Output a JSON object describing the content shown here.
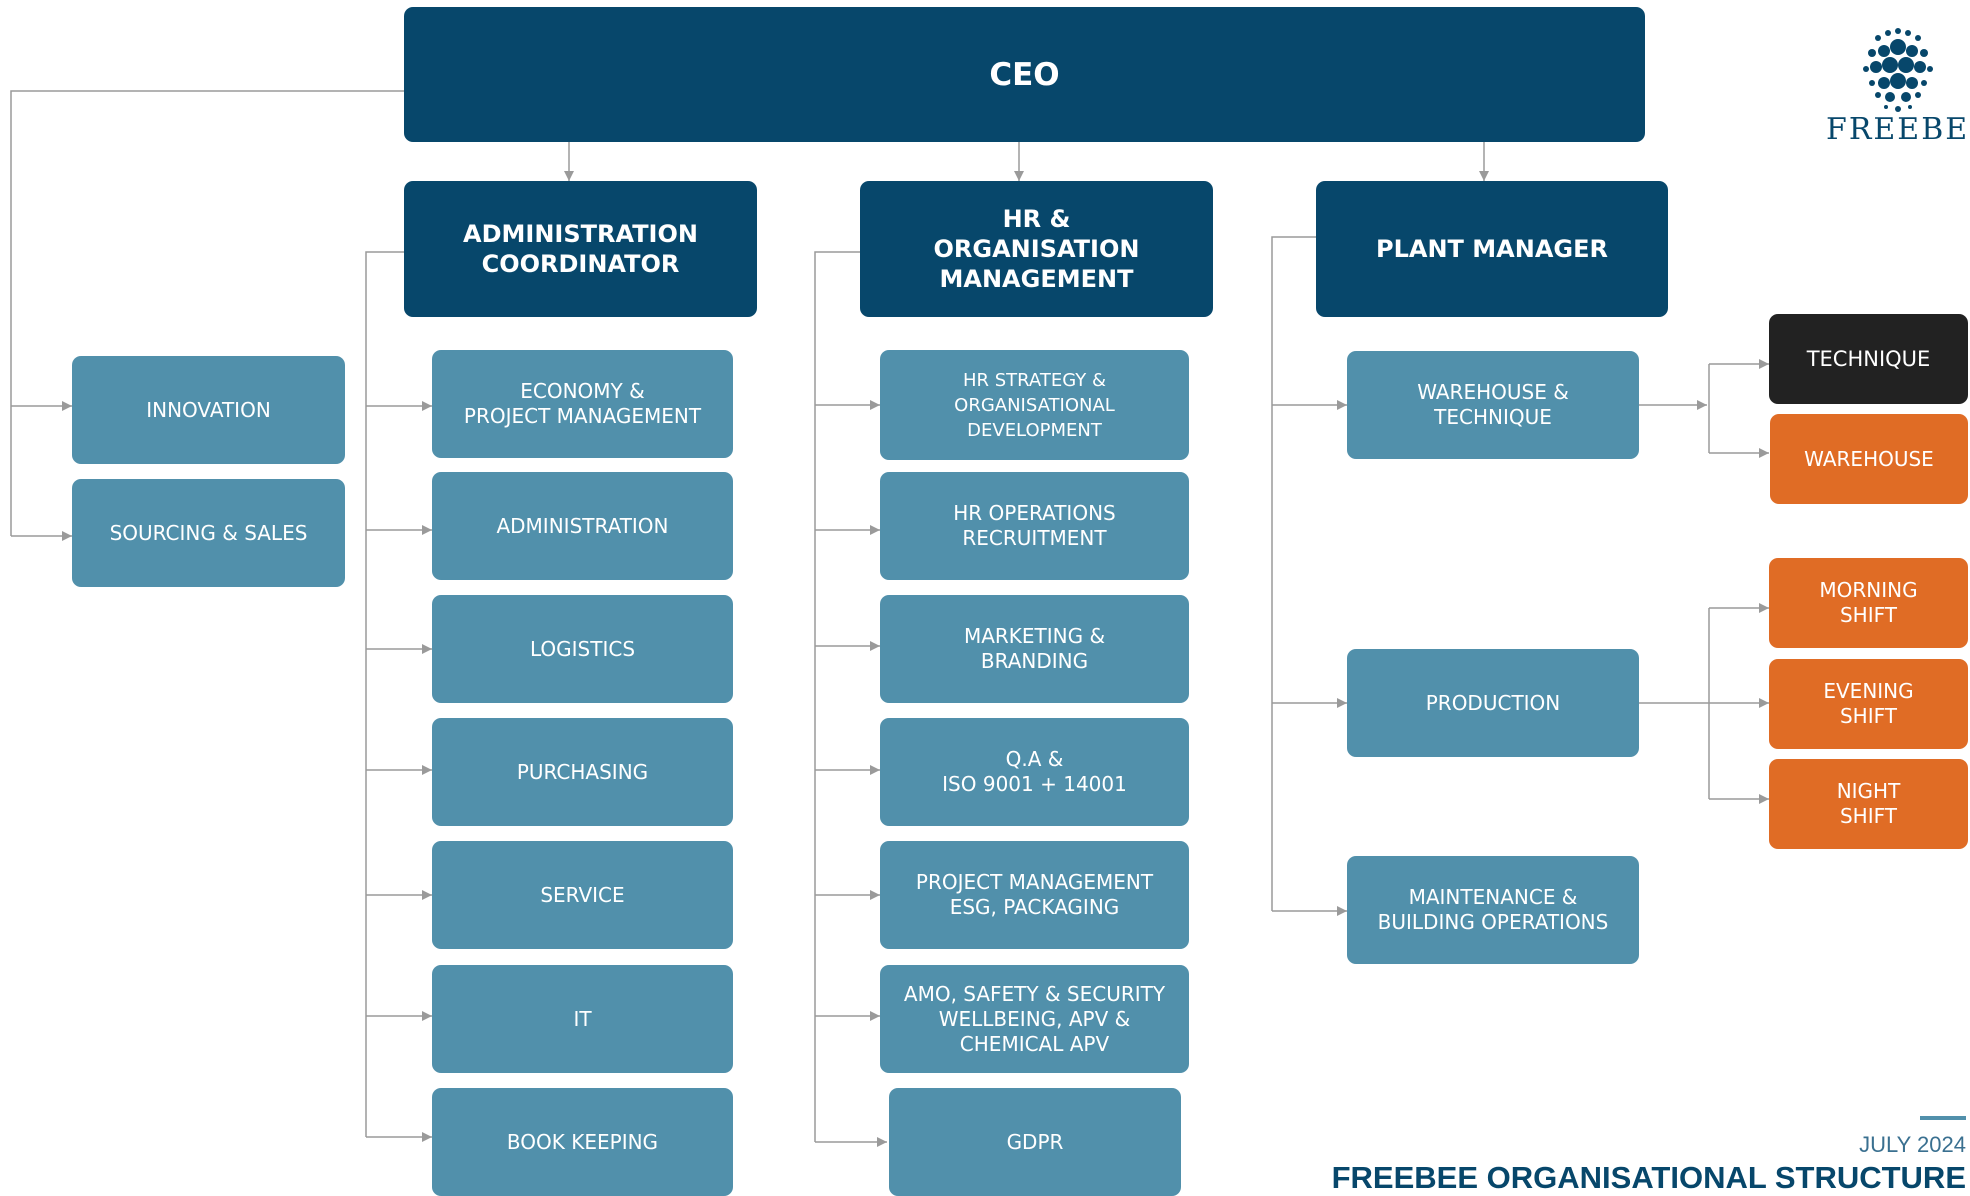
{
  "colors": {
    "primary_dark": "#07476b",
    "unit_blue": "#5190ab",
    "shift_orange": "#e06c25",
    "technique_black": "#222222",
    "connector_gray": "#9a9a9a"
  },
  "ceo": {
    "label": "CEO"
  },
  "left_units": {
    "innovation": "INNOVATION",
    "sourcing_sales": "SOURCING & SALES"
  },
  "admin": {
    "head": "ADMINISTRATION\nCOORDINATOR",
    "units": [
      "ECONOMY &\nPROJECT MANAGEMENT",
      "ADMINISTRATION",
      "LOGISTICS",
      "PURCHASING",
      "SERVICE",
      "IT",
      "BOOK KEEPING"
    ]
  },
  "hr": {
    "head": "HR &\nORGANISATION\nMANAGEMENT",
    "units": [
      "HR STRATEGY &\nORGANISATIONAL\nDEVELOPMENT",
      "HR OPERATIONS\nRECRUITMENT",
      "MARKETING &\nBRANDING",
      "Q.A &\nISO 9001 + 14001",
      "PROJECT MANAGEMENT\nESG, PACKAGING",
      "AMO, SAFETY & SECURITY\nWELLBEING, APV &\nCHEMICAL APV",
      "GDPR"
    ]
  },
  "plant": {
    "head": "PLANT MANAGER",
    "units": [
      "WAREHOUSE &\nTECHNIQUE",
      "PRODUCTION",
      "MAINTENANCE &\nBUILDING OPERATIONS"
    ],
    "warehouse_subs": [
      "TECHNIQUE",
      "WAREHOUSE"
    ],
    "shifts": [
      "MORNING\nSHIFT",
      "EVENING\nSHIFT",
      "NIGHT\nSHIFT"
    ]
  },
  "logo": {
    "name": "FREEBEE",
    "icon": "honeycomb-sphere-icon"
  },
  "footer": {
    "date": "JULY 2024",
    "title": "FREEBEE ORGANISATIONAL STRUCTURE"
  }
}
